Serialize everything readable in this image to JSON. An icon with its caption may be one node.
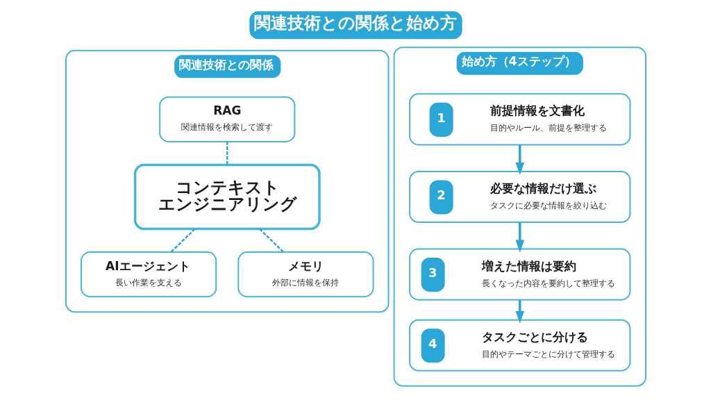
{
  "diagram": {
    "title": "関連技術との関係と始め方",
    "nodes": [
      {
        "text": [
          "関連技術との関係"
        ]
      },
      {
        "text": [
          "RAG",
          "関連情報を検索して渡す"
        ],
        "in": 0
      },
      {
        "text": [
          "コンテキストエンジニアリング"
        ],
        "in": 0
      },
      {
        "text": [
          "AIエージェント",
          "長い作業を支える"
        ],
        "in": 0
      },
      {
        "text": [
          "メモリ",
          "外部に情報を保持"
        ],
        "in": 0
      },
      {
        "text": [
          "始め方（4ステップ）"
        ]
      },
      {
        "text": [
          "1",
          "前提情報を文書化",
          "目的やルール、前提を整理する"
        ],
        "in": 5
      },
      {
        "text": [
          "2",
          "必要な情報だけ選ぶ",
          "タスクに必要な情報を絞り込む"
        ],
        "in": 5
      },
      {
        "text": [
          "3",
          "増えた情報は要約",
          "長くなった内容を要約して整理する"
        ],
        "in": 5
      },
      {
        "text": [
          "4",
          "タスクごとに分ける",
          "目的やテーマごとに分けて管理する"
        ],
        "in": 5
      }
    ],
    "edges": [
      {
        "from": 1,
        "to": 2,
        "arrow": "none",
        "style": "dashed"
      },
      {
        "from": 2,
        "to": 3,
        "arrow": "none",
        "style": "dashed"
      },
      {
        "from": 2,
        "to": 4,
        "arrow": "none",
        "style": "dashed"
      },
      {
        "from": 6,
        "to": 7,
        "arrow": "to"
      },
      {
        "from": 7,
        "to": 8,
        "arrow": "to"
      },
      {
        "from": 8,
        "to": 9,
        "arrow": "to"
      }
    ]
  }
}
